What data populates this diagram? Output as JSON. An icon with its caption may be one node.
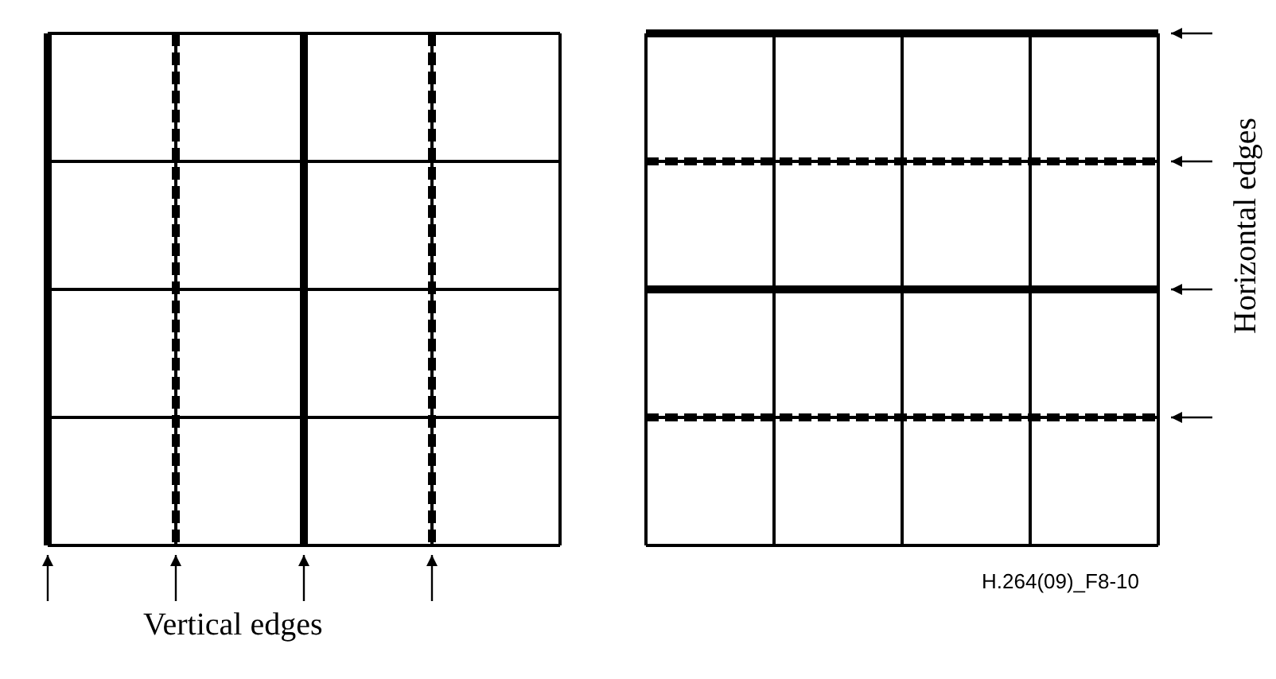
{
  "diagram": {
    "labels": [
      "Vertical edges",
      "Horizontal edges",
      "H.264(09)_F8-10"
    ]
  }
}
